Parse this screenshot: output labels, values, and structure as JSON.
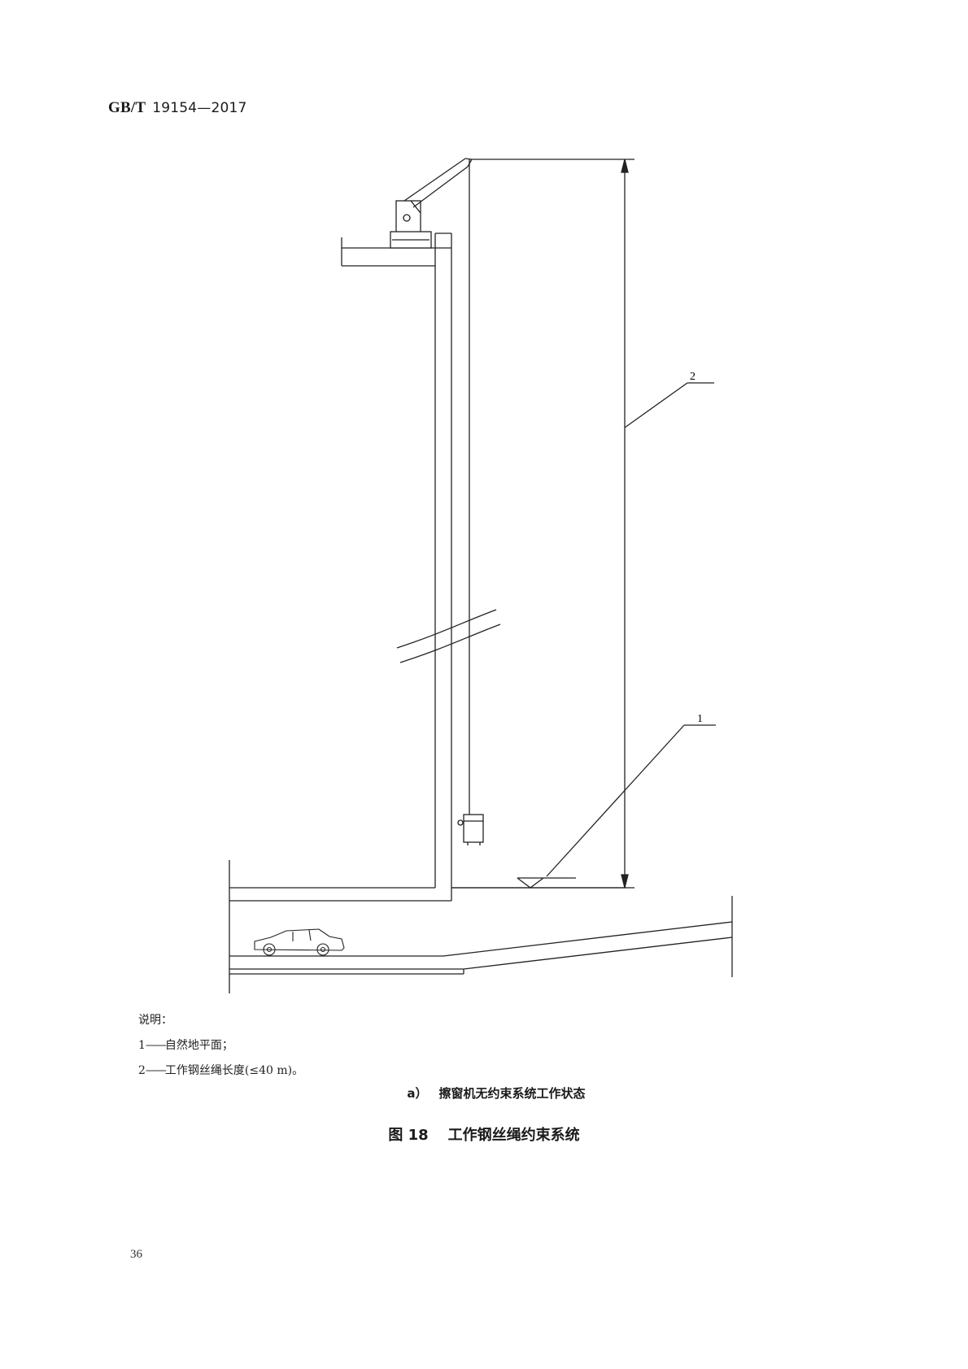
{
  "header": {
    "code": "GB/T",
    "number": "19154—2017"
  },
  "figure": {
    "callouts": [
      "1",
      "2"
    ],
    "legend": {
      "title": "说明：",
      "items": [
        {
          "num": "1",
          "dash": "——",
          "text": "自然地平面；"
        },
        {
          "num": "2",
          "dash": "——",
          "text": "工作钢丝绳长度(≤40 m)。"
        }
      ]
    },
    "subcaption": {
      "label": "a）",
      "text": "擦窗机无约束系统工作状态"
    },
    "caption": {
      "number": "图 18",
      "text": "工作钢丝绳约束系统"
    }
  },
  "page_number": "36"
}
